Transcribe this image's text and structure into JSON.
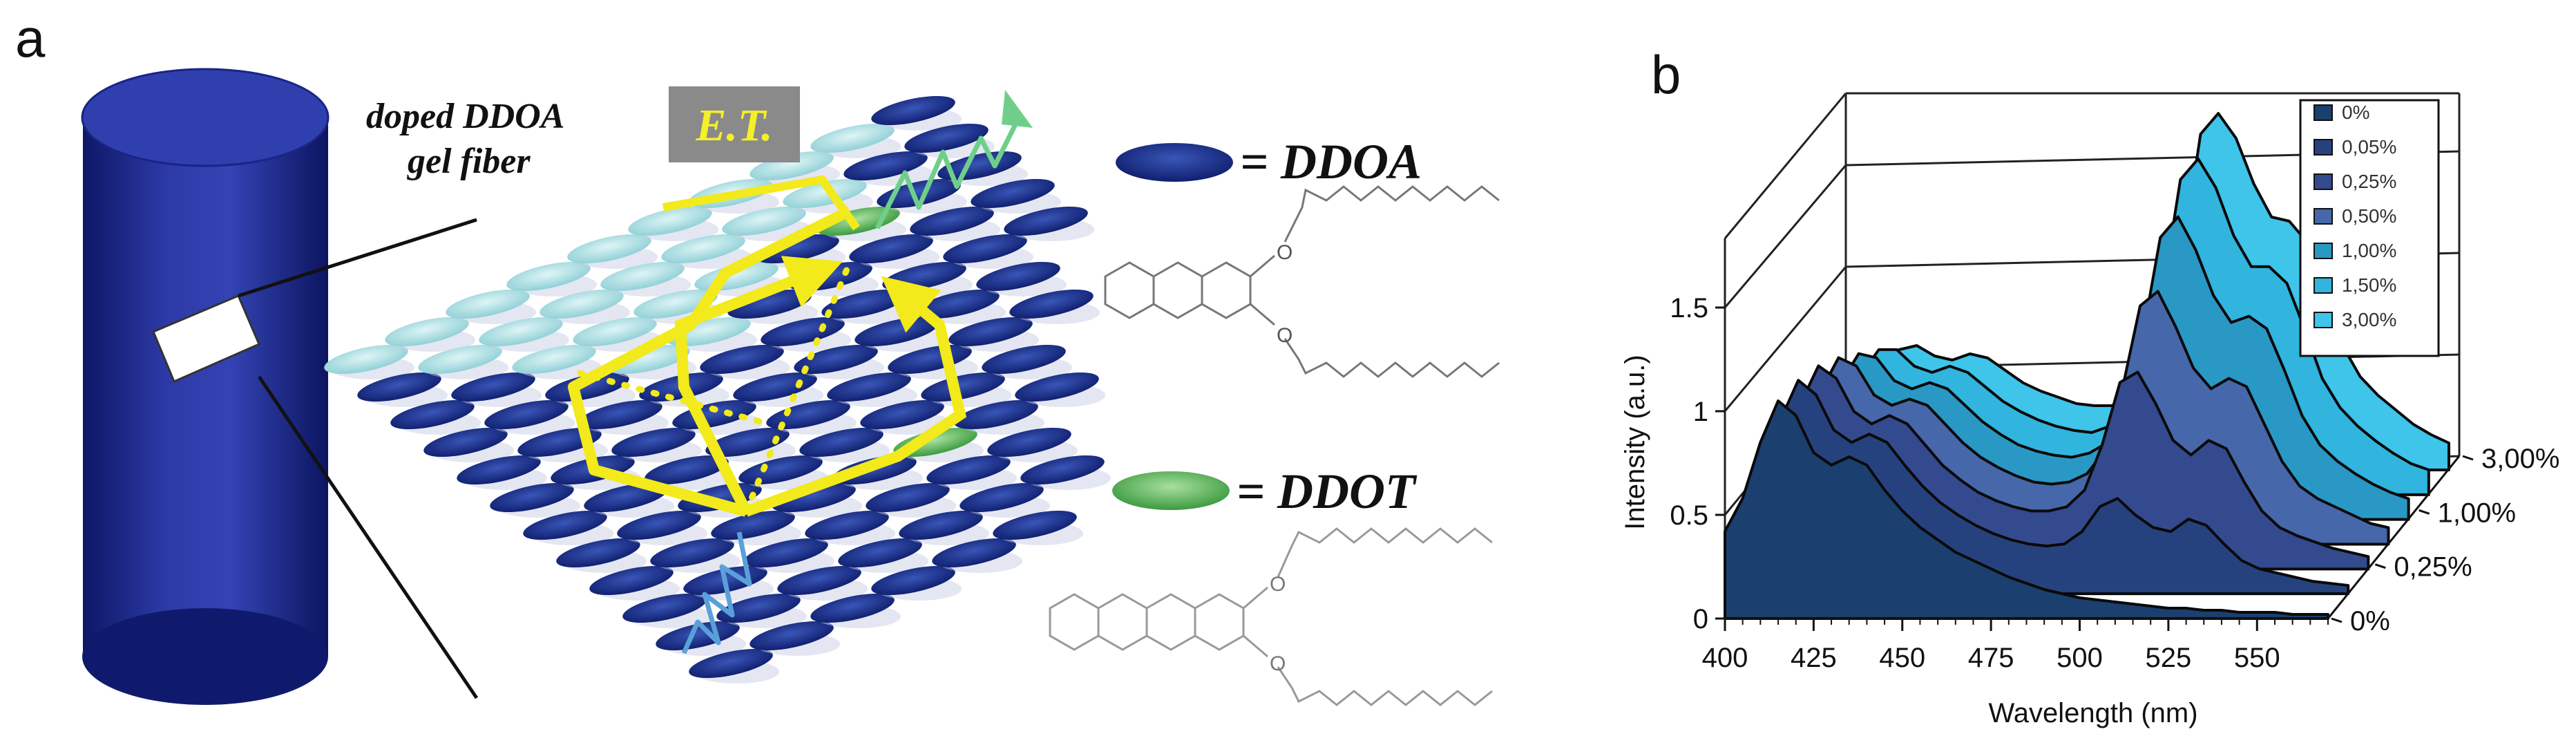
{
  "panel_a": {
    "letter": "a",
    "fiber_label_line1": "doped DDOA",
    "fiber_label_line2": "gel fiber",
    "et_label": "E.T.",
    "ddoa_legend": "= DDOA",
    "ddot_legend": "= DDOT",
    "colors": {
      "cylinder": "#1e2a8c",
      "ddoa_ellipse": "#16297e",
      "ddoa_light": "#a8dde0",
      "ddot_ellipse": "#4caf50",
      "energy_transfer_arrow": "#f2ea1a",
      "et_box": "#8a8a8a",
      "et_text": "#f4ef2a"
    }
  },
  "panel_b": {
    "letter": "b",
    "ylabel": "Intensity (a.u.)",
    "xlabel": "Wavelength (nm)",
    "yticks": [
      "0",
      "0.5",
      "1",
      "1.5"
    ],
    "xticks": [
      "400",
      "425",
      "450",
      "475",
      "500",
      "525",
      "550"
    ],
    "depth_ticks": [
      "0%",
      "0,25%",
      "1,00%",
      "3,00%"
    ],
    "legend": [
      "0%",
      "0,05%",
      "0,25%",
      "0,50%",
      "1,00%",
      "1,50%",
      "3,00%"
    ],
    "legend_colors": [
      "#1b3f6e",
      "#26427e",
      "#344a8e",
      "#4667a9",
      "#2a98c4",
      "#31b4de",
      "#3fc4ea"
    ]
  },
  "chart_data": {
    "type": "area",
    "x": [
      400,
      405,
      410,
      415,
      420,
      425,
      430,
      435,
      440,
      445,
      450,
      455,
      460,
      465,
      470,
      475,
      480,
      485,
      490,
      495,
      500,
      505,
      510,
      515,
      520,
      525,
      530,
      535,
      540,
      545,
      550,
      555,
      560,
      565,
      570
    ],
    "xlabel": "Wavelength (nm)",
    "ylabel": "Intensity (a.u.)",
    "xlim": [
      400,
      570
    ],
    "ylim": [
      0,
      1.8
    ],
    "series": [
      {
        "name": "0%",
        "values": [
          0.42,
          0.58,
          0.85,
          1.05,
          0.98,
          0.8,
          0.74,
          0.78,
          0.74,
          0.62,
          0.52,
          0.44,
          0.38,
          0.32,
          0.28,
          0.24,
          0.2,
          0.17,
          0.14,
          0.12,
          0.1,
          0.09,
          0.08,
          0.07,
          0.06,
          0.05,
          0.05,
          0.04,
          0.04,
          0.03,
          0.03,
          0.03,
          0.02,
          0.02,
          0.02
        ]
      },
      {
        "name": "0,05%",
        "values": [
          0.42,
          0.58,
          0.84,
          1.03,
          0.96,
          0.79,
          0.73,
          0.77,
          0.73,
          0.62,
          0.52,
          0.44,
          0.38,
          0.33,
          0.29,
          0.26,
          0.24,
          0.23,
          0.24,
          0.3,
          0.42,
          0.46,
          0.38,
          0.32,
          0.3,
          0.36,
          0.33,
          0.24,
          0.16,
          0.12,
          0.1,
          0.08,
          0.06,
          0.05,
          0.04
        ]
      },
      {
        "name": "0,25%",
        "values": [
          0.4,
          0.56,
          0.8,
          0.98,
          0.92,
          0.76,
          0.7,
          0.74,
          0.7,
          0.6,
          0.5,
          0.43,
          0.37,
          0.33,
          0.3,
          0.28,
          0.28,
          0.3,
          0.38,
          0.6,
          0.9,
          0.95,
          0.8,
          0.62,
          0.55,
          0.62,
          0.58,
          0.42,
          0.28,
          0.2,
          0.16,
          0.13,
          0.1,
          0.08,
          0.06
        ]
      },
      {
        "name": "0,50%",
        "values": [
          0.38,
          0.52,
          0.74,
          0.9,
          0.86,
          0.72,
          0.67,
          0.7,
          0.67,
          0.58,
          0.49,
          0.42,
          0.37,
          0.33,
          0.3,
          0.29,
          0.3,
          0.34,
          0.45,
          0.75,
          1.15,
          1.22,
          1.05,
          0.85,
          0.75,
          0.8,
          0.76,
          0.58,
          0.4,
          0.28,
          0.22,
          0.18,
          0.14,
          0.1,
          0.08
        ]
      },
      {
        "name": "1,00%",
        "values": [
          0.35,
          0.48,
          0.66,
          0.8,
          0.78,
          0.67,
          0.63,
          0.66,
          0.63,
          0.55,
          0.47,
          0.41,
          0.36,
          0.33,
          0.31,
          0.3,
          0.32,
          0.37,
          0.52,
          0.88,
          1.36,
          1.46,
          1.3,
          1.08,
          0.95,
          0.98,
          0.92,
          0.72,
          0.5,
          0.36,
          0.28,
          0.22,
          0.17,
          0.13,
          0.1
        ]
      },
      {
        "name": "1,50%",
        "values": [
          0.32,
          0.44,
          0.58,
          0.7,
          0.7,
          0.62,
          0.59,
          0.62,
          0.59,
          0.52,
          0.45,
          0.4,
          0.36,
          0.33,
          0.31,
          0.3,
          0.33,
          0.4,
          0.58,
          0.98,
          1.52,
          1.62,
          1.48,
          1.25,
          1.1,
          1.1,
          1.02,
          0.8,
          0.56,
          0.42,
          0.33,
          0.26,
          0.2,
          0.15,
          0.12
        ]
      },
      {
        "name": "3,00%",
        "values": [
          0.28,
          0.38,
          0.5,
          0.58,
          0.6,
          0.55,
          0.53,
          0.56,
          0.54,
          0.48,
          0.42,
          0.38,
          0.35,
          0.32,
          0.31,
          0.31,
          0.34,
          0.43,
          0.63,
          1.05,
          1.62,
          1.72,
          1.6,
          1.38,
          1.22,
          1.2,
          1.1,
          0.86,
          0.6,
          0.45,
          0.36,
          0.29,
          0.22,
          0.17,
          0.13
        ]
      }
    ]
  }
}
